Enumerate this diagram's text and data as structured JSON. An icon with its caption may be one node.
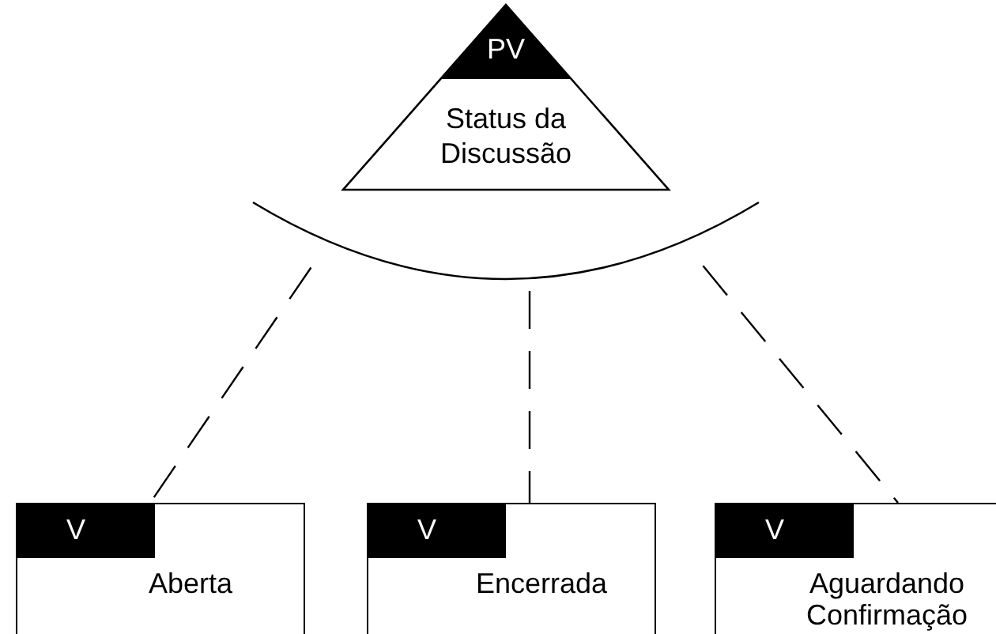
{
  "diagram": {
    "nodes": [
      {
        "text": [
          "PV",
          "Status da Discussão"
        ]
      },
      {
        "text": [
          "V",
          "Aberta"
        ]
      },
      {
        "text": [
          "V",
          "Encerrada"
        ]
      },
      {
        "text": [
          "V",
          "Aguardando Confirmação"
        ]
      }
    ],
    "edges": [
      {
        "from": 0,
        "to": 1,
        "arrow": "none",
        "style": "dashed"
      },
      {
        "from": 0,
        "to": 2,
        "arrow": "none",
        "style": "dashed"
      },
      {
        "from": 0,
        "to": 3,
        "arrow": "none",
        "style": "dashed"
      }
    ]
  }
}
